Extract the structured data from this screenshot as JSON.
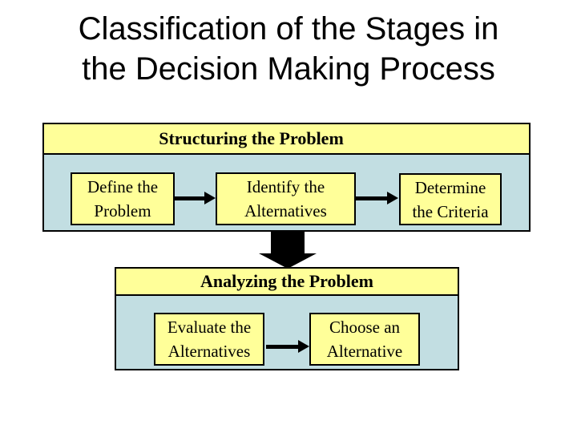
{
  "slide": {
    "title_line1": "Classification of the Stages in",
    "title_line2": "the Decision Making Process"
  },
  "colors": {
    "background": "#FFFFFF",
    "box_fill": "#FFFF99",
    "panel_fill": "#C2DEE2",
    "border": "#000000",
    "text": "#000000"
  },
  "structuring": {
    "header": "Structuring the Problem",
    "boxes": [
      {
        "line1": "Define the",
        "line2": "Problem"
      },
      {
        "line1": "Identify the",
        "line2": "Alternatives"
      },
      {
        "line1": "Determine",
        "line2": "the Criteria"
      }
    ]
  },
  "analyzing": {
    "header": "Analyzing the Problem",
    "boxes": [
      {
        "line1": "Evaluate the",
        "line2": "Alternatives"
      },
      {
        "line1": "Choose an",
        "line2": "Alternative"
      }
    ]
  }
}
